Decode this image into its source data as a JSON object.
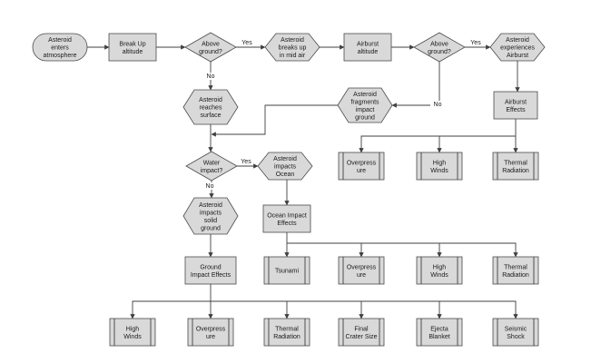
{
  "nodes": {
    "enters": {
      "shape": "terminator",
      "lines": [
        "Asteroid",
        "enters",
        "atmosphere"
      ]
    },
    "breakup_alt": {
      "shape": "process",
      "lines": [
        "Break Up",
        "altitude"
      ]
    },
    "above1": {
      "shape": "decision",
      "lines": [
        "Above",
        "ground?"
      ]
    },
    "breaks_mid": {
      "shape": "hexagon",
      "lines": [
        "Asteroid",
        "breaks up",
        "in mid air"
      ]
    },
    "airburst_alt": {
      "shape": "process",
      "lines": [
        "Airburst",
        "altitude"
      ]
    },
    "above2": {
      "shape": "decision",
      "lines": [
        "Above",
        "ground?"
      ]
    },
    "experiences": {
      "shape": "hexagon",
      "lines": [
        "Asteroid",
        "experiences",
        "Airburst"
      ]
    },
    "reaches": {
      "shape": "hexagon",
      "lines": [
        "Asteroid",
        "reaches",
        "surface"
      ]
    },
    "fragments": {
      "shape": "hexagon",
      "lines": [
        "Asteroid",
        "fragments",
        "impact",
        "ground"
      ]
    },
    "airburst_eff": {
      "shape": "process",
      "lines": [
        "Airburst",
        "Effects"
      ]
    },
    "ab_overpress": {
      "shape": "subprocess",
      "lines": [
        "Overpress",
        "ure"
      ]
    },
    "ab_winds": {
      "shape": "subprocess",
      "lines": [
        "High",
        "Winds"
      ]
    },
    "ab_thermal": {
      "shape": "subprocess",
      "lines": [
        "Thermal",
        "Radiation"
      ]
    },
    "water": {
      "shape": "decision",
      "lines": [
        "Water",
        "impact?"
      ]
    },
    "impacts_ocean": {
      "shape": "hexagon",
      "lines": [
        "Asteroid",
        "impacts",
        "Ocean"
      ]
    },
    "impacts_solid": {
      "shape": "hexagon",
      "lines": [
        "Asteroid",
        "impacts",
        "solid",
        "ground"
      ]
    },
    "ocean_eff": {
      "shape": "process",
      "lines": [
        "Ocean Impact",
        "Effects"
      ]
    },
    "oc_tsunami": {
      "shape": "subprocess",
      "lines": [
        "Tsunami"
      ]
    },
    "oc_overpress": {
      "shape": "subprocess",
      "lines": [
        "Overpress",
        "ure"
      ]
    },
    "oc_winds": {
      "shape": "subprocess",
      "lines": [
        "High",
        "Winds"
      ]
    },
    "oc_thermal": {
      "shape": "subprocess",
      "lines": [
        "Thermal",
        "Radiation"
      ]
    },
    "ground_eff": {
      "shape": "process",
      "lines": [
        "Ground",
        "Impact Effects"
      ]
    },
    "gr_winds": {
      "shape": "subprocess",
      "lines": [
        "High",
        "Winds"
      ]
    },
    "gr_overpress": {
      "shape": "subprocess",
      "lines": [
        "Overpress",
        "ure"
      ]
    },
    "gr_thermal": {
      "shape": "subprocess",
      "lines": [
        "Thermal",
        "Radiation"
      ]
    },
    "gr_crater": {
      "shape": "subprocess",
      "lines": [
        "Final",
        "Crater Size"
      ]
    },
    "gr_ejecta": {
      "shape": "subprocess",
      "lines": [
        "Ejecta",
        "Blanket"
      ]
    },
    "gr_seismic": {
      "shape": "subprocess",
      "lines": [
        "Seismic",
        "Shock"
      ]
    }
  },
  "edge_labels": {
    "yes_above1": "Yes",
    "yes_above2": "Yes",
    "yes_water": "Yes",
    "no_above1": "No",
    "no_above2": "No",
    "no_water": "No"
  }
}
